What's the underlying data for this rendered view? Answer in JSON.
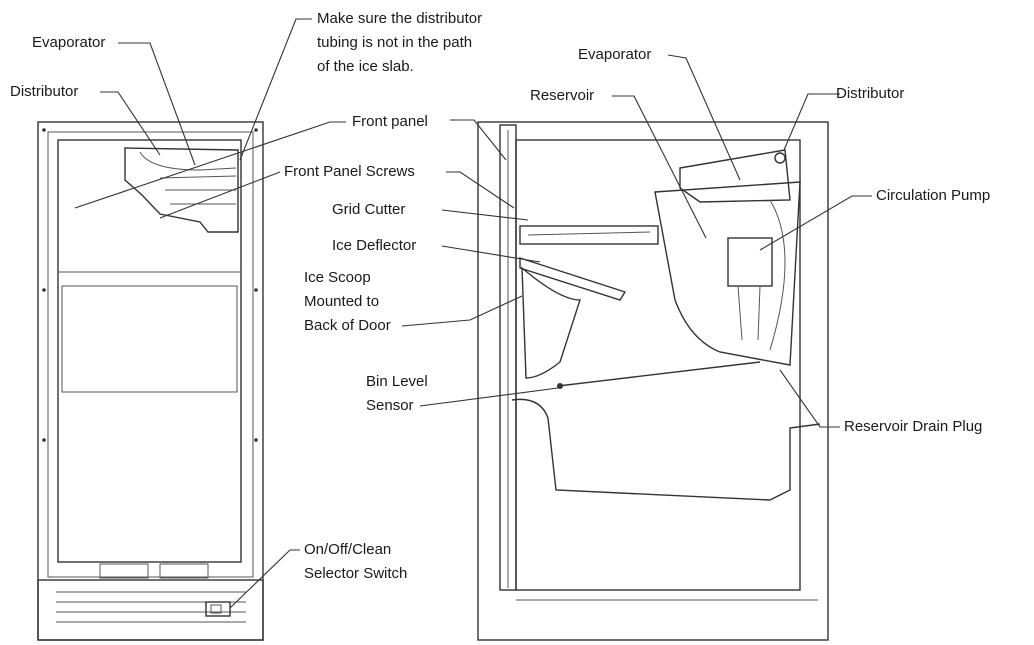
{
  "labels": {
    "evaporator_left": "Evaporator",
    "distributor_left": "Distributor",
    "note_line1": "Make sure the distributor",
    "note_line2": "tubing is not in the path",
    "note_line3": "of the ice slab.",
    "front_panel": "Front panel",
    "front_panel_screws": "Front Panel Screws",
    "grid_cutter": "Grid Cutter",
    "ice_deflector": "Ice Deflector",
    "ice_scoop_line1": "Ice Scoop",
    "ice_scoop_line2": "Mounted to",
    "ice_scoop_line3": "Back of Door",
    "bin_level_line1": "Bin Level",
    "bin_level_line2": "Sensor",
    "switch_line1": "On/Off/Clean",
    "switch_line2": "Selector Switch",
    "evaporator_right": "Evaporator",
    "reservoir": "Reservoir",
    "distributor_right": "Distributor",
    "circulation_pump": "Circulation Pump",
    "reservoir_drain_plug": "Reservoir Drain Plug"
  }
}
